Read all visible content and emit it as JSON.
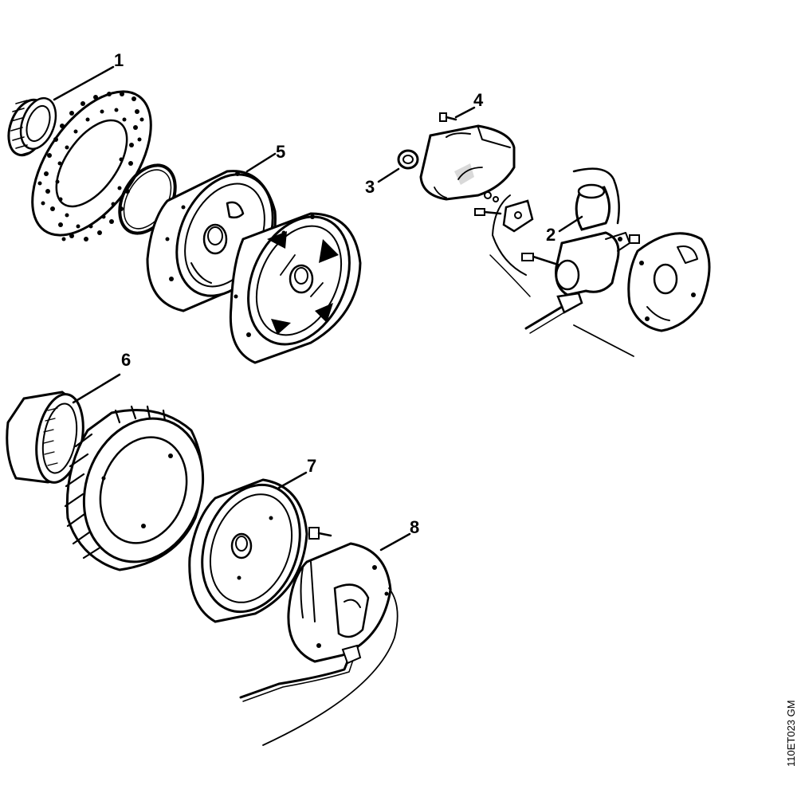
{
  "callouts": [
    "1",
    "2",
    "3",
    "4",
    "5",
    "6",
    "7",
    "8"
  ],
  "drawing_code": "110ET023 GM"
}
